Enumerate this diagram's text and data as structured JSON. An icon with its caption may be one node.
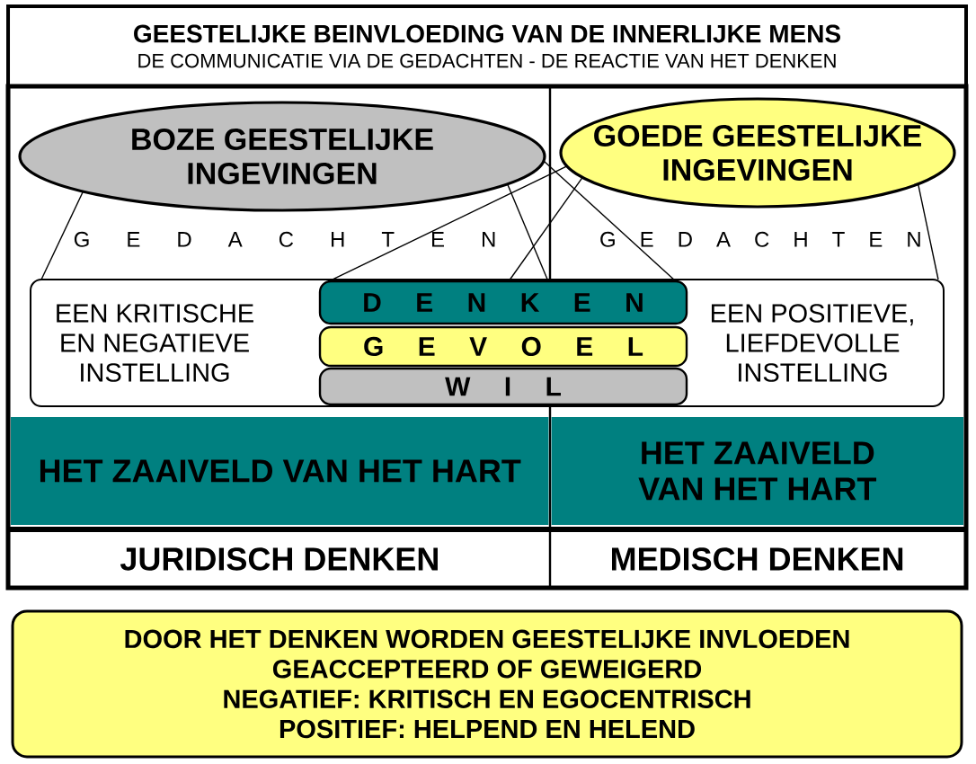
{
  "diagram": {
    "nodes": [
      {
        "text": [
          "GEESTELIJKE BEINVLOEDING VAN DE INNERLIJKE MENS",
          "DE COMMUNICATIE VIA DE GEDACHTEN - DE REACTIE VAN HET DENKEN"
        ]
      },
      {
        "text": [
          "BOZE GEESTELIJKE INGEVINGEN"
        ]
      },
      {
        "text": [
          "GOEDE GEESTELIJKE INGEVINGEN"
        ]
      },
      {
        "text": [
          "EEN KRITISCHE EN NEGATIEVE INSTELLING",
          "EEN POSITIEVE, LIEFDEVOLLE INSTELLING"
        ]
      },
      {
        "text": [
          "D E N K E N"
        ],
        "in": 3
      },
      {
        "text": [
          "G E V O E L"
        ],
        "in": 3
      },
      {
        "text": [
          "W I L"
        ],
        "in": 3
      },
      {
        "text": [
          "HET ZAAIVELD VAN HET HART"
        ]
      },
      {
        "text": [
          "HET ZAAIVELD VAN HET HART"
        ]
      },
      {
        "text": [
          "JURIDISCH DENKEN"
        ]
      },
      {
        "text": [
          "MEDISCH DENKEN"
        ]
      },
      {
        "text": [
          "DOOR HET DENKEN WORDEN GEESTELIJKE INVLOEDEN GEACCEPTEERD OF GEWEIGERD",
          "NEGATIEF: KRITISCH EN EGOCENTRISCH",
          "POSITIEF: HELPEND EN HELEND"
        ]
      }
    ],
    "edges": [
      {
        "from": 1,
        "to": 3,
        "arrow": "none"
      },
      {
        "from": 1,
        "to": 4,
        "arrow": "none"
      },
      {
        "from": 1,
        "to": 4,
        "arrow": "none"
      },
      {
        "from": 2,
        "to": 4,
        "arrow": "none"
      },
      {
        "from": 2,
        "to": 4,
        "arrow": "none"
      },
      {
        "from": 2,
        "to": 3,
        "arrow": "none"
      }
    ],
    "labels": [
      "G E D A C H T E N",
      "G E D A C H T E N"
    ]
  }
}
